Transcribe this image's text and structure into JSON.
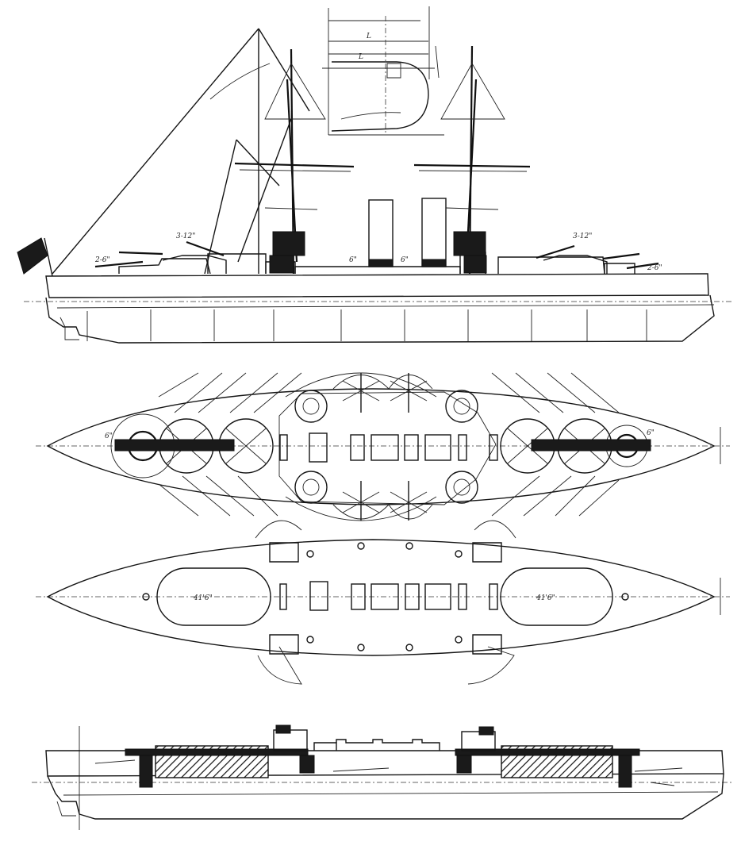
{
  "colors": {
    "ink": "#151515",
    "paper": "#ffffff"
  },
  "views": [
    {
      "id": "side-elevation"
    },
    {
      "id": "upper-deck-plan"
    },
    {
      "id": "main-deck-plan"
    },
    {
      "id": "inboard-profile"
    },
    {
      "id": "midship-section"
    }
  ],
  "labels": {
    "side_gun_fwd": "3-12\"",
    "side_gun_aft": "3-12\"",
    "side_bow": "2-6\"",
    "side_stern": "2-6\"",
    "side_mid_a": "6\"",
    "side_mid_b": "6\"",
    "plan_fwd_a": "6\"",
    "plan_aft_a": "6\"",
    "deck_fwd_well": "41'6\"",
    "deck_aft_well": "41'6\""
  }
}
